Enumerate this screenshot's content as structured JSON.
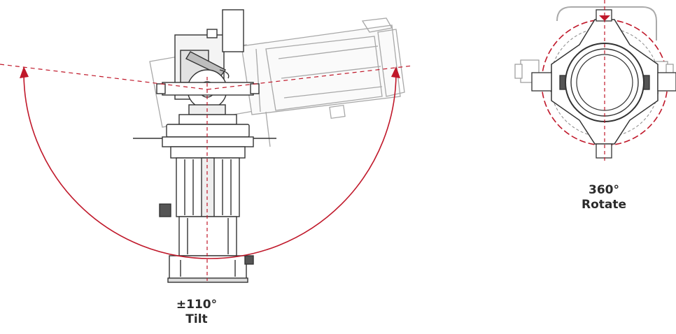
{
  "tilt": {
    "angle_label": "±110°",
    "name_label": "Tilt"
  },
  "rotate": {
    "angle_label": "360°",
    "name_label": "Rotate"
  },
  "colors": {
    "arc": "#c0182a",
    "line": "#333333",
    "faded_line": "#9a9a9a",
    "text": "#2b2b2b"
  }
}
